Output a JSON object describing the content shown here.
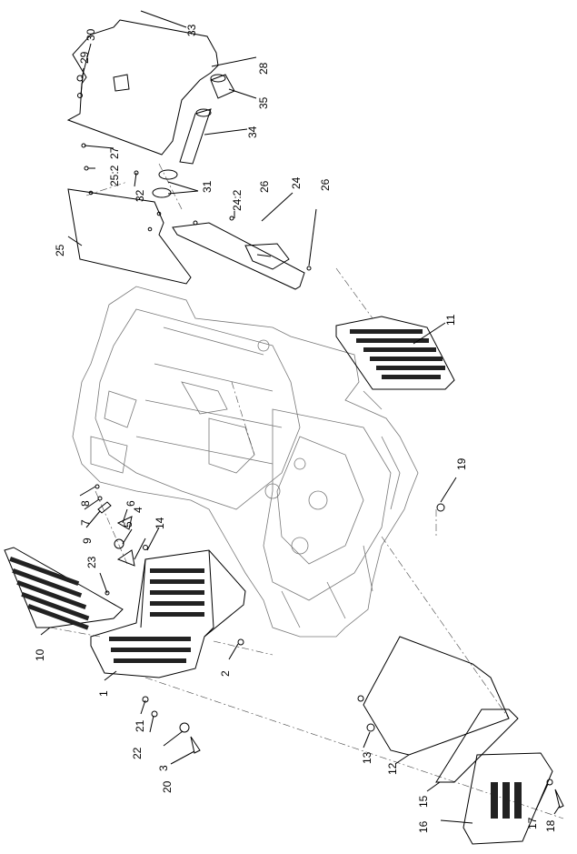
{
  "diagram": {
    "callouts": [
      "1",
      "2",
      "3",
      "4",
      "5",
      "6",
      "7",
      "8",
      "9",
      "10",
      "11",
      "12",
      "13",
      "14",
      "15",
      "16",
      "17",
      "18",
      "19",
      "20",
      "21",
      "22",
      "23",
      "24",
      "24:2",
      "25",
      "25:2",
      "26",
      "26",
      "27",
      "28",
      "29",
      "30",
      "31",
      "32",
      "33",
      "34",
      "35"
    ]
  }
}
